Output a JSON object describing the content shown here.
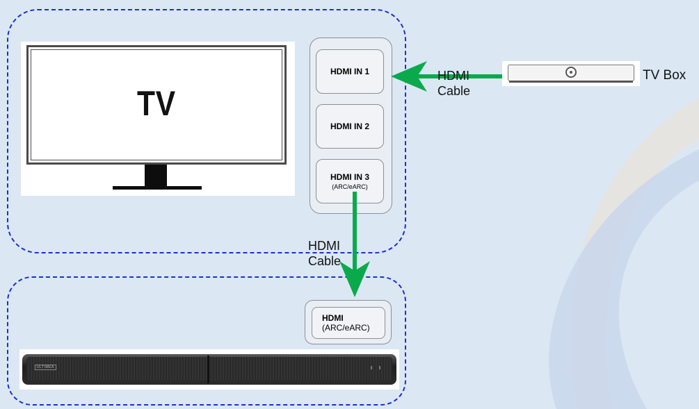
{
  "tv": {
    "label": "TV"
  },
  "ports": [
    {
      "name": "HDMI IN 1",
      "sub": ""
    },
    {
      "name": "HDMI IN 2",
      "sub": ""
    },
    {
      "name": "HDMI IN 3",
      "sub": "(ARC/eARC)"
    }
  ],
  "soundbar_port": {
    "name": "HDMI",
    "sub": "(ARC/eARC)"
  },
  "cable_top": {
    "line1": "HDMI",
    "line2": "Cable"
  },
  "cable_mid": {
    "line1": "HDMI",
    "line2": "Cable"
  },
  "tvbox": {
    "label": "TV Box"
  },
  "soundbar": {
    "brand": "ULTIMEA"
  },
  "colors": {
    "dashed": "#1a2fd1",
    "arrow": "#0aaa4c",
    "background": "#dce7f4"
  }
}
